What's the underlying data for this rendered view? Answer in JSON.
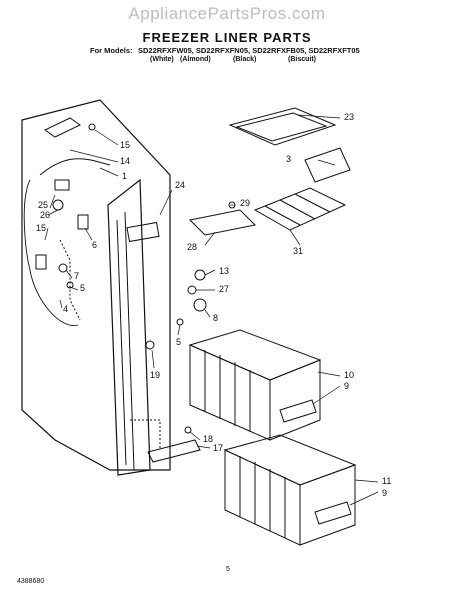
{
  "watermark": "AppliancePartsPros.com",
  "title": "FREEZER LINER PARTS",
  "models_label": "For Models:",
  "models": "SD22RFXFW05, SD22RFXFN05, SD22RFXFB05, SD22RFXFT05",
  "colors": [
    "(White)",
    "(Almond)",
    "(Black)",
    "(Biscuit)"
  ],
  "footer": {
    "doc_number": "4388680",
    "page": "5"
  },
  "callouts": [
    "23",
    "3",
    "15",
    "14",
    "1",
    "24",
    "29",
    "25",
    "26",
    "6",
    "28",
    "31",
    "15",
    "13",
    "27",
    "7",
    "8",
    "5",
    "4",
    "5",
    "10",
    "9",
    "19",
    "18",
    "17",
    "11",
    "9"
  ]
}
